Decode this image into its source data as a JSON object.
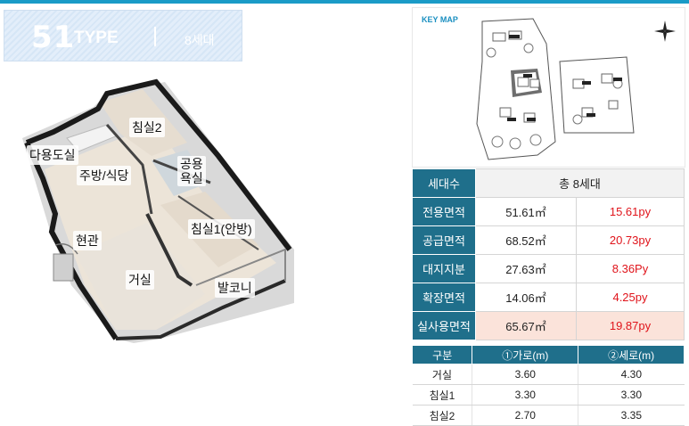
{
  "badge": {
    "type_number": "51",
    "type_word": "TYPE",
    "units": "8세대"
  },
  "rooms": {
    "bedroom2": "침실2",
    "utility": "다용도실",
    "kitchen": "주방/식당",
    "bathroom_line1": "공용",
    "bathroom_line2": "욕실",
    "master_bedroom": "침실1(안방)",
    "entrance": "현관",
    "living": "거실",
    "balcony": "발코니"
  },
  "keymap": {
    "title": "KEY MAP"
  },
  "spec": {
    "households_label": "세대수",
    "households_value": "총 8세대",
    "rows": [
      {
        "label": "전용면적",
        "m2": "51.61㎡",
        "py": "15.61py"
      },
      {
        "label": "공급면적",
        "m2": "68.52㎡",
        "py": "20.73py"
      },
      {
        "label": "대지지분",
        "m2": "27.63㎡",
        "py": "8.36Py"
      },
      {
        "label": "확장면적",
        "m2": "14.06㎡",
        "py": "4.25py"
      },
      {
        "label": "실사용면적",
        "m2": "65.67㎡",
        "py": "19.87py"
      }
    ]
  },
  "dimensions": {
    "headers": [
      "구분",
      "①가로(m)",
      "②세로(m)"
    ],
    "rows": [
      {
        "room": "거실",
        "width": "3.60",
        "depth": "4.30"
      },
      {
        "room": "침실1",
        "width": "3.30",
        "depth": "3.30"
      },
      {
        "room": "침실2",
        "width": "2.70",
        "depth": "3.35"
      }
    ]
  },
  "colors": {
    "accent": "#1a9bc7",
    "table_header": "#1f6f8b",
    "price_red": "#e0141b",
    "highlight": "#fbe3da"
  }
}
